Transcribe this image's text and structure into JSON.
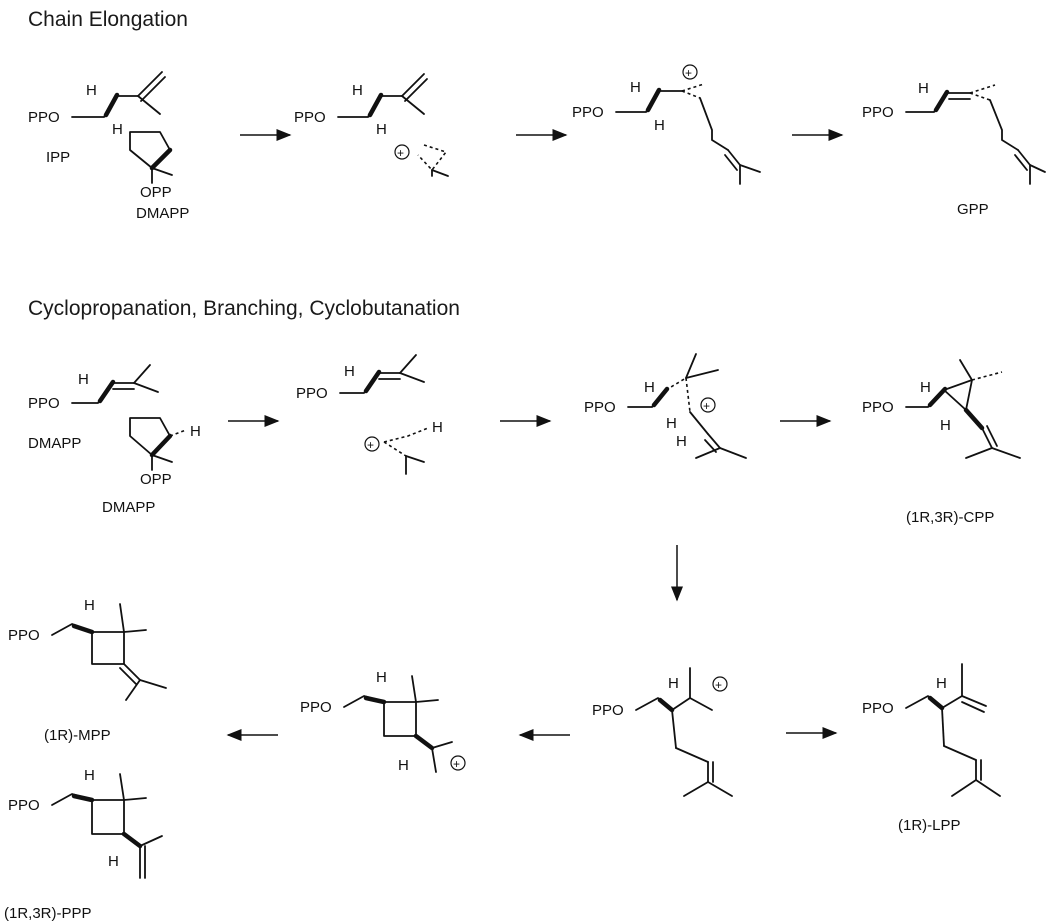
{
  "sections": {
    "chain_elongation": "Chain Elongation",
    "cyclo": "Cyclopropanation, Branching, Cyclobutanation"
  },
  "labels": {
    "ipp": "IPP",
    "dmapp_1": "DMAPP",
    "gpp": "GPP",
    "dmapp_2a": "DMAPP",
    "dmapp_2b": "DMAPP",
    "cpp": "(1R,3R)-CPP",
    "mpp": "(1R)-MPP",
    "ppp": "(1R,3R)-PPP",
    "lpp": "(1R)-LPP"
  },
  "atoms": {
    "ppo": "PPO",
    "opp": "OPP",
    "h": "H",
    "plus": "+"
  }
}
